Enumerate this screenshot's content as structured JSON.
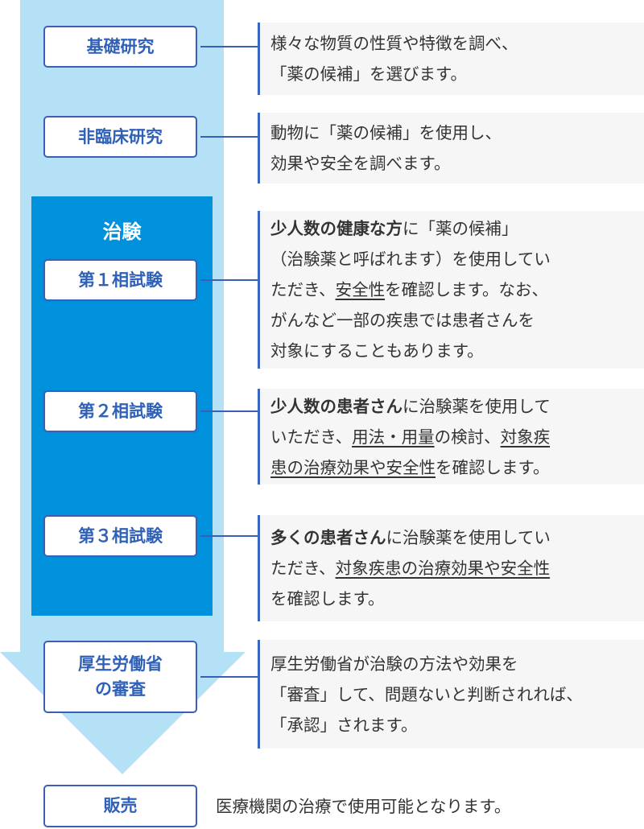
{
  "colors": {
    "arrow": "#b5e1f6",
    "trial_box": "#0091dc",
    "label_text": "#3061b8",
    "border": "#3a5fb8",
    "panel_bg": "#f6f6f6"
  },
  "trial_title": "治験",
  "steps": [
    {
      "label": "基礎研究",
      "lines": [
        [
          {
            "t": "様々な物質の性質や特徴を調べ、",
            "s": ""
          }
        ],
        [
          {
            "t": "「薬の候補」を選びます。",
            "s": ""
          }
        ]
      ]
    },
    {
      "label": "非臨床研究",
      "lines": [
        [
          {
            "t": "動物に「薬の候補」を使用し、",
            "s": ""
          }
        ],
        [
          {
            "t": "効果や安全を調べます。",
            "s": ""
          }
        ]
      ]
    },
    {
      "label": "第１相試験",
      "lines": [
        [
          {
            "t": "少人数の健康な方",
            "s": "b"
          },
          {
            "t": "に「薬の候補」",
            "s": ""
          }
        ],
        [
          {
            "t": "（治験薬と呼ばれます）を使用してい",
            "s": ""
          }
        ],
        [
          {
            "t": "ただき、",
            "s": ""
          },
          {
            "t": "安全性",
            "s": "u"
          },
          {
            "t": "を確認します。なお、",
            "s": ""
          }
        ],
        [
          {
            "t": "がんなど一部の疾患では患者さんを",
            "s": ""
          }
        ],
        [
          {
            "t": "対象にすることもあります。",
            "s": ""
          }
        ]
      ]
    },
    {
      "label": "第２相試験",
      "lines": [
        [
          {
            "t": "少人数の患者さん",
            "s": "b"
          },
          {
            "t": "に治験薬を使用して",
            "s": ""
          }
        ],
        [
          {
            "t": "いただき、",
            "s": ""
          },
          {
            "t": "用法・用量",
            "s": "u"
          },
          {
            "t": "の検討、",
            "s": ""
          },
          {
            "t": "対象疾",
            "s": "u"
          }
        ],
        [
          {
            "t": "患の治療効果や安全性",
            "s": "u"
          },
          {
            "t": "を確認します。",
            "s": ""
          }
        ]
      ]
    },
    {
      "label": "第３相試験",
      "lines": [
        [
          {
            "t": "多くの患者さん",
            "s": "b"
          },
          {
            "t": "に治験薬を使用してい",
            "s": ""
          }
        ],
        [
          {
            "t": "ただき、",
            "s": ""
          },
          {
            "t": "対象疾患の治療効果や安全性",
            "s": "u"
          }
        ],
        [
          {
            "t": "を確認します。",
            "s": ""
          }
        ]
      ]
    },
    {
      "label": "厚生労働省\nの審査",
      "lines": [
        [
          {
            "t": "厚生労働省が治験の方法や効果を",
            "s": ""
          }
        ],
        [
          {
            "t": "「審査」して、問題ないと判断されれば、",
            "s": ""
          }
        ],
        [
          {
            "t": "「承認」されます。",
            "s": ""
          }
        ]
      ]
    }
  ],
  "final": {
    "label": "販売",
    "text": "医療機関の治療で使用可能となります。"
  }
}
